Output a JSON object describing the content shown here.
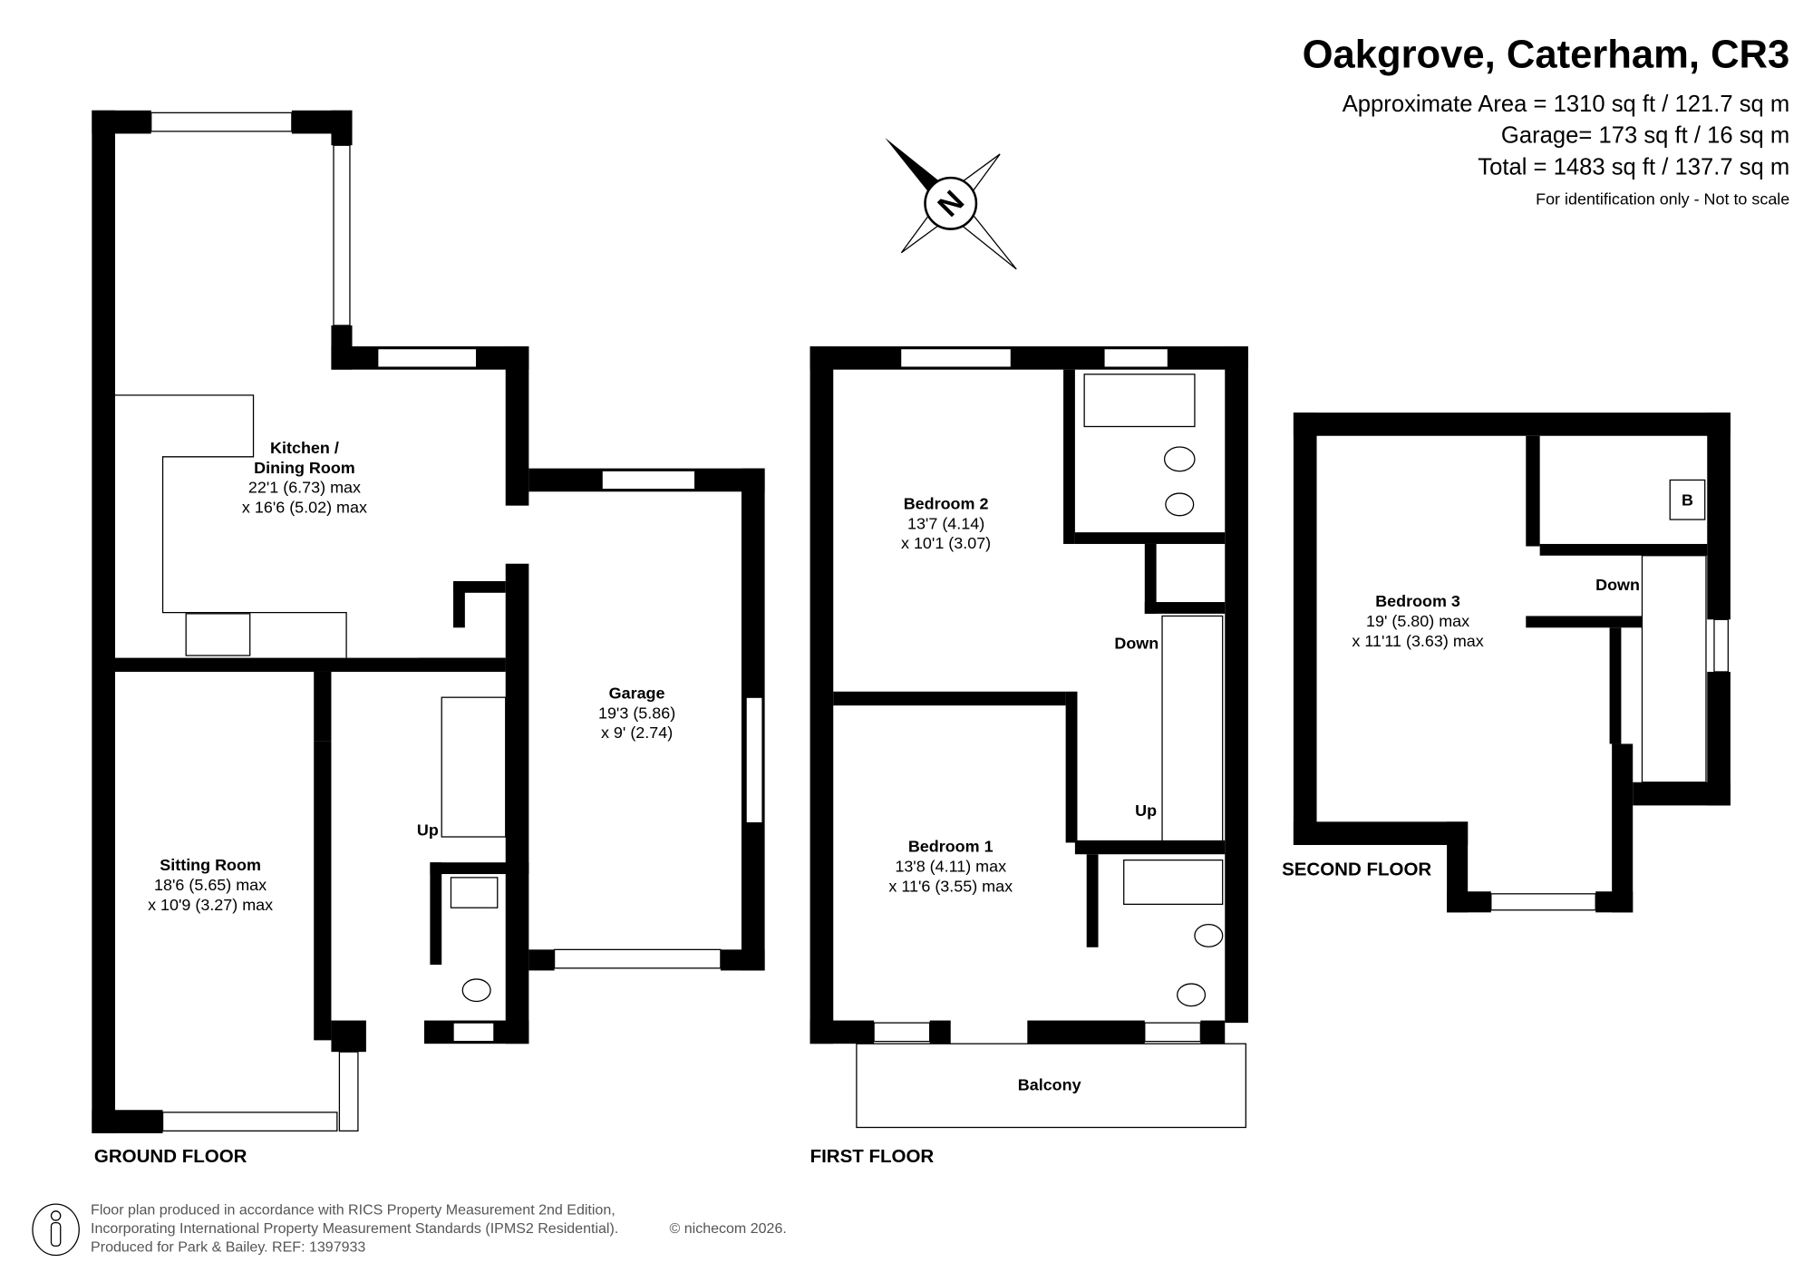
{
  "header": {
    "title": "Oakgrove, Caterham, CR3",
    "approx_area": "Approximate Area = 1310 sq ft / 121.7 sq m",
    "garage_area": "Garage= 173 sq ft / 16 sq m",
    "total_area": "Total = 1483 sq ft / 137.7 sq m",
    "disclaimer": "For identification only - Not to scale"
  },
  "compass": {
    "label": "N"
  },
  "ground_floor": {
    "label": "GROUND FLOOR",
    "kitchen": {
      "name1": "Kitchen /",
      "name2": "Dining Room",
      "dim1": "22'1 (6.73) max",
      "dim2": "x 16'6 (5.02) max"
    },
    "garage": {
      "name": "Garage",
      "dim1": "19'3 (5.86)",
      "dim2": "x 9' (2.74)"
    },
    "sitting": {
      "name": "Sitting Room",
      "dim1": "18'6 (5.65) max",
      "dim2": "x 10'9 (3.27) max"
    },
    "stairs": "Up"
  },
  "first_floor": {
    "label": "FIRST FLOOR",
    "bedroom2": {
      "name": "Bedroom 2",
      "dim1": "13'7 (4.14)",
      "dim2": "x 10'1 (3.07)"
    },
    "bedroom1": {
      "name": "Bedroom 1",
      "dim1": "13'8 (4.11) max",
      "dim2": "x 11'6 (3.55) max"
    },
    "balcony": "Balcony",
    "stairs_down": "Down",
    "stairs_up": "Up"
  },
  "second_floor": {
    "label": "SECOND FLOOR",
    "bedroom3": {
      "name": "Bedroom 3",
      "dim1": "19' (5.80) max",
      "dim2": "x 11'11 (3.63) max"
    },
    "boiler": "B",
    "stairs_down": "Down"
  },
  "footer": {
    "line1": "Floor plan produced in accordance with RICS Property Measurement 2nd Edition,",
    "line2": "Incorporating International Property Measurement Standards (IPMS2 Residential).",
    "copyright": "© nichecom 2026.",
    "line3": "Produced for Park & Bailey.   REF:  1397933"
  }
}
